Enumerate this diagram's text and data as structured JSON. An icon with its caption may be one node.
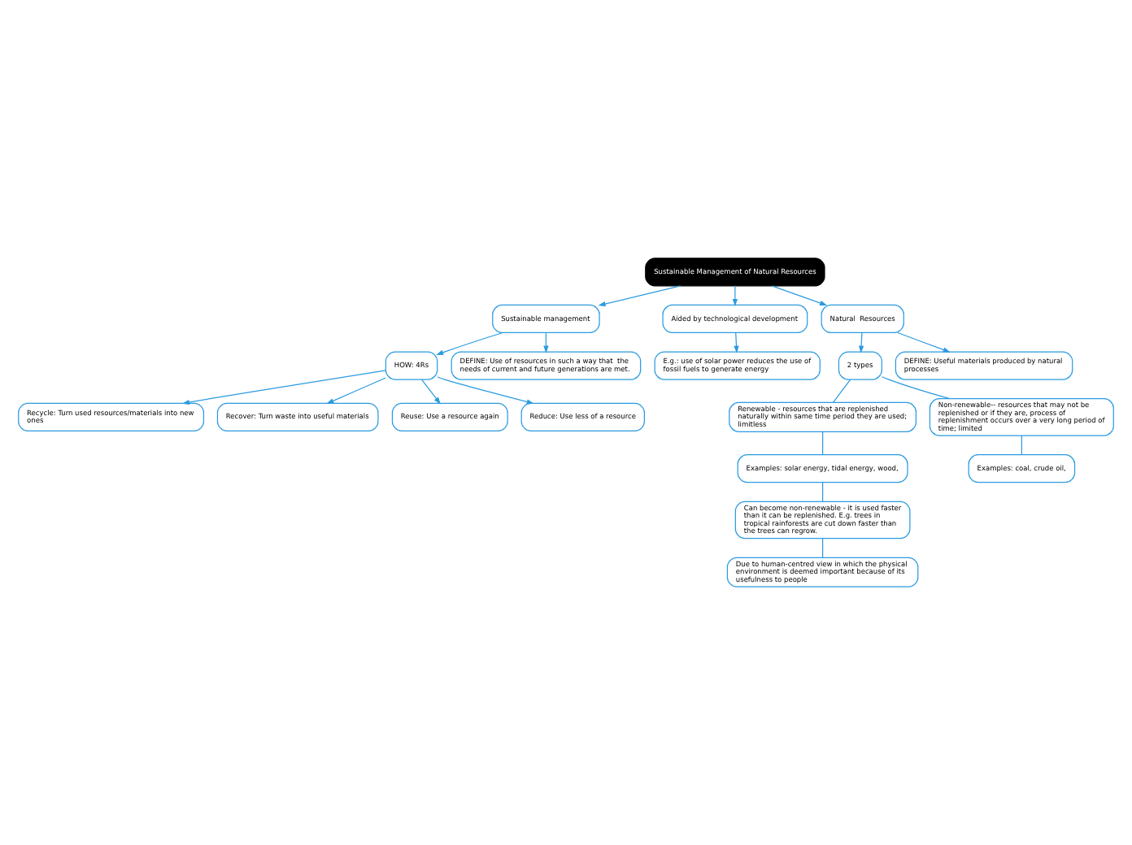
{
  "diagram": {
    "nodes": [
      {
        "text": [
          "Recycle: Turn used resources/materials into new ones"
        ]
      },
      {
        "text": [
          "Recover: Turn waste into useful materials"
        ]
      },
      {
        "text": [
          "Reuse: Use a resource again"
        ]
      },
      {
        "text": [
          "Reduce: Use less of a resource"
        ]
      },
      {
        "text": [
          "HOW: 4Rs"
        ]
      },
      {
        "text": [
          "DEFINE: Use of resources in such a way that  the needs of current and future generations are met."
        ]
      },
      {
        "text": [
          "E.g.: use of solar power reduces the use of fossil fuels to generate energy"
        ]
      },
      {
        "text": [
          "Sustainable management"
        ]
      },
      {
        "text": [
          "Aided by technological development"
        ]
      },
      {
        "text": [
          "Sustainable Management of Natural Resources"
        ]
      },
      {
        "text": [
          "Natural  Resources"
        ]
      },
      {
        "text": [
          "2 types"
        ]
      },
      {
        "text": [
          "DEFINE: Useful materials produced by natural processes"
        ]
      },
      {
        "text": [
          "Renewable - resources that are replenished naturally within same time period they are used; limitless"
        ]
      },
      {
        "text": [
          "Non-renewable-- resources that may not be replenished or if they are, process of replenishment occurs over a very long period of time; limited"
        ]
      },
      {
        "text": [
          "Examples: solar energy, tidal energy, wood,"
        ]
      },
      {
        "text": [
          "Examples: coal, crude oil,"
        ]
      },
      {
        "text": [
          "Can become non-renewable - it is used faster than it can be replenished. E.g. trees in tropical rainforests are cut down faster than the trees can regrow."
        ]
      },
      {
        "text": [
          "Due to human-centred view in which the physical environment is deemed important because of its usefulness to people"
        ]
      }
    ],
    "edges": [
      {
        "from": 9,
        "to": 7,
        "arrow": "to"
      },
      {
        "from": 9,
        "to": 8,
        "arrow": "to"
      },
      {
        "from": 7,
        "to": 5,
        "arrow": "to"
      },
      {
        "from": 7,
        "to": 4,
        "arrow": "to"
      },
      {
        "from": 4,
        "to": 3,
        "arrow": "to"
      },
      {
        "from": 4,
        "to": 2,
        "arrow": "to"
      },
      {
        "from": 4,
        "to": 0,
        "arrow": "to"
      },
      {
        "from": 4,
        "to": 1,
        "arrow": "to"
      },
      {
        "from": 8,
        "to": 6,
        "arrow": "to"
      },
      {
        "from": 9,
        "to": 10,
        "arrow": "to"
      },
      {
        "from": 10,
        "to": 11,
        "arrow": "to"
      },
      {
        "from": 10,
        "to": 12,
        "arrow": "to"
      },
      {
        "from": 11,
        "to": 13,
        "arrow": "none"
      },
      {
        "from": 11,
        "to": 14,
        "arrow": "none"
      },
      {
        "from": 13,
        "to": 15,
        "arrow": "none"
      },
      {
        "from": 15,
        "to": 17,
        "arrow": "none"
      },
      {
        "from": 17,
        "to": 18,
        "arrow": "none"
      },
      {
        "from": 14,
        "to": 16,
        "arrow": "none"
      }
    ]
  }
}
